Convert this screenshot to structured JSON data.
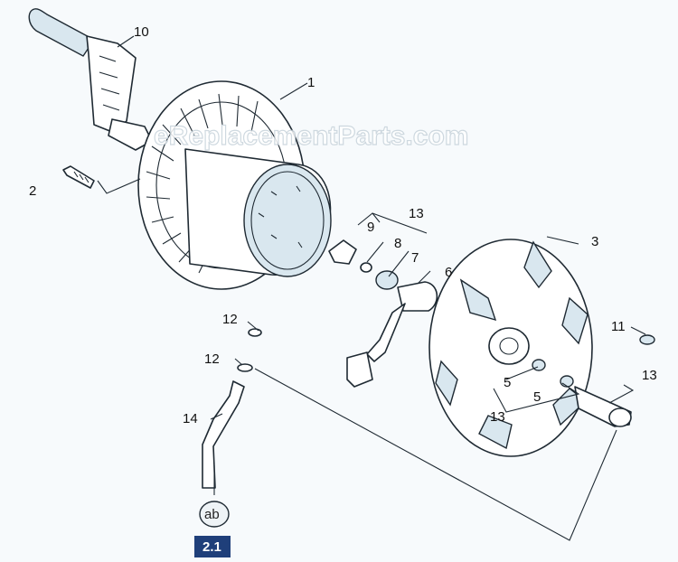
{
  "watermark": "eReplacementParts.com",
  "callouts": {
    "c1": "1",
    "c2": "2",
    "c3": "3",
    "c5a": "5",
    "c5b": "5",
    "c6": "6",
    "c7": "7",
    "c8": "8",
    "c9": "9",
    "c10": "10",
    "c11": "11",
    "c12a": "12",
    "c12b": "12",
    "c13a": "13",
    "c13b": "13",
    "c13c": "13",
    "c14": "14"
  },
  "reference": {
    "symbol": "ab",
    "label": "2.1"
  },
  "colors": {
    "line": "#1f2a33",
    "shade": "#d9e7ef",
    "ref_badge": "#1f3f7a"
  }
}
